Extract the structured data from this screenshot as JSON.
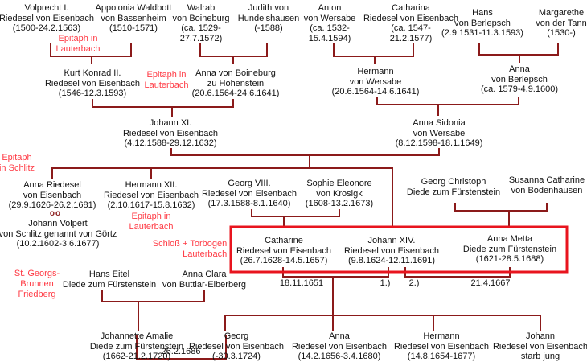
{
  "colors": {
    "line": "#8b1a1a",
    "note": "#ff3b45",
    "highlight_box": "#e8141e"
  },
  "people": {
    "volprecht": [
      "Volprecht I.",
      "Riedesel von Eisenbach",
      "(1500-24.2.1563)"
    ],
    "appolonia": [
      "Appolonia Waldbott",
      "von Bassenheim",
      "(1510-1571)"
    ],
    "walrab": [
      "Walrab",
      "von Boineburg",
      "(ca. 1529-",
      "27.7.1572)"
    ],
    "judith": [
      "Judith  von",
      "Hundelshausen",
      "(-1588)"
    ],
    "anton": [
      "Anton",
      "von Wersabe",
      "(ca. 1532-",
      "15.4.1594)"
    ],
    "catharina": [
      "Catharina",
      "Riedesel von Eisenbach",
      "(ca. 1547-",
      "21.2.1577)"
    ],
    "hans": [
      "Hans",
      "von Berlepsch",
      "(2.9.1531-11.3.1593)"
    ],
    "margarethe": [
      "Margarethe",
      "von der Tann",
      "(1530-)"
    ],
    "kurt": [
      "Kurt Konrad II.",
      "Riedesel von Eisenbach",
      "(1546-12.3.1593)"
    ],
    "anna_boineburg": [
      "Anna von Boineburg",
      "zu Hohenstein",
      "(20.6.1564-24.6.1641)"
    ],
    "hermann_wersabe": [
      "Hermann",
      "von Wersabe",
      "(20.6.1564-14.6.1641)"
    ],
    "anna_berlepsch": [
      "Anna",
      "von Berlepsch",
      "(ca. 1579-4.9.1600)"
    ],
    "johann_xi": [
      "Johann XI.",
      "Riedesel von Eisenbach",
      "(4.12.1588-29.12.1632)"
    ],
    "anna_sidonia": [
      "Anna Sidonia",
      "von Wersabe",
      "(8.12.1598-18.1.1649)"
    ],
    "anna_riedesel": [
      "Anna Riedesel",
      "von Eisenbach",
      "(29.9.1626-26.2.1681)"
    ],
    "johann_volpert": [
      "Johann Volpert",
      "von Schlitz genannt von Görtz",
      "(10.2.1602-3.6.1677)"
    ],
    "hermann_xii": [
      "Hermann XII.",
      "Riedesel von Eisenbach",
      "(2.10.1617-15.8.1632)"
    ],
    "georg_viii": [
      "Georg VIII.",
      "Riedesel von Eisenbach",
      "(17.3.1588-8.1.1640)"
    ],
    "sophie": [
      "Sophie Eleonore",
      "von Krosigk",
      "(1608-13.2.1673)"
    ],
    "georg_christoph": [
      "Georg Christoph",
      "Diede zum Fürstenstein"
    ],
    "susanna": [
      "Susanna Catharine",
      "von Bodenhausen"
    ],
    "catharine": [
      "Catharine",
      "Riedesel von Eisenbach",
      "(26.7.1628-14.5.1657)"
    ],
    "johann_xiv": [
      "Johann XIV.",
      "Riedesel von Eisenbach",
      "(9.8.1624-12.11.1691)"
    ],
    "anna_metta": [
      "Anna Metta",
      "Diede zum Fürstenstein",
      "(1621-28.5.1688)"
    ],
    "hans_eitel": [
      "Hans Eitel",
      "Diede zum Fürstenstein"
    ],
    "anna_clara": [
      "Anna Clara",
      "von Buttlar-Elberberg"
    ],
    "johannette": [
      "Johannette Amalie",
      "Diede zum Fürstenstein",
      "(1662-21.2.1720)"
    ],
    "georg": [
      "Georg",
      "Riedesel von Eisenbach",
      "(-30.3.1724)"
    ],
    "anna_child": [
      "Anna",
      "Riedesel von Eisenbach",
      "(14.2.1656-3.4.1680)"
    ],
    "hermann_child": [
      "Hermann",
      "Riedesel von Eisenbach",
      "(14.8.1654-1677)"
    ],
    "johann_child": [
      "Johann",
      "Riedesel von Eisenbach",
      "starb jung"
    ]
  },
  "notes": {
    "epitaph1": [
      "Epitaph in",
      "Lauterbach"
    ],
    "epitaph2": [
      "Epitaph in",
      "Lauterbach"
    ],
    "epitaph_schlitz": [
      "Epitaph",
      "in Schlitz"
    ],
    "epitaph3": [
      "Epitaph in",
      "Lauterbach"
    ],
    "schloss": [
      "Schloß + Torbogen",
      "Lauterbach"
    ],
    "friedberg": [
      "St. Georgs-",
      "Brunnen",
      "Friedberg"
    ]
  },
  "dates": {
    "d1651": "18.11.1651",
    "first": "1.)",
    "second": "2.)",
    "d1667": "21.4.1667",
    "d1686": "26.2.1686"
  },
  "marriage_symbol": "oo"
}
